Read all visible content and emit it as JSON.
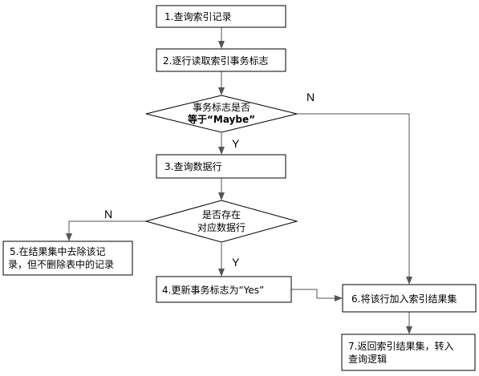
{
  "diagram": {
    "type": "flowchart",
    "nodes": {
      "n1": {
        "shape": "process",
        "lines": [
          "1.查询索引记录"
        ]
      },
      "n2": {
        "shape": "process",
        "lines": [
          "2.逐行读取索引事务标志"
        ]
      },
      "d1": {
        "shape": "decision",
        "lines": [
          "事务标志是否",
          "等于“Maybe”"
        ]
      },
      "n3": {
        "shape": "process",
        "lines": [
          "3.查询数据行"
        ]
      },
      "d2": {
        "shape": "decision",
        "lines": [
          "是否存在",
          "对应数据行"
        ]
      },
      "n5": {
        "shape": "process",
        "lines": [
          "5.在结果集中去除该记",
          "录，但不删除表中的记录"
        ]
      },
      "n4": {
        "shape": "process",
        "lines": [
          "4.更新事务标志为“Yes”"
        ]
      },
      "n6": {
        "shape": "process",
        "lines": [
          "6.将该行加入索引结果集"
        ]
      },
      "n7": {
        "shape": "process",
        "lines": [
          "7.返回索引结果集，转入",
          "查询逻辑"
        ]
      }
    },
    "edges": [
      {
        "from": "n1",
        "to": "n2",
        "label": ""
      },
      {
        "from": "n2",
        "to": "d1",
        "label": ""
      },
      {
        "from": "d1",
        "to": "n3",
        "label": "Y"
      },
      {
        "from": "d1",
        "to": "n6",
        "label": "N"
      },
      {
        "from": "n3",
        "to": "d2",
        "label": ""
      },
      {
        "from": "d2",
        "to": "n5",
        "label": "N"
      },
      {
        "from": "d2",
        "to": "n4",
        "label": "Y"
      },
      {
        "from": "n4",
        "to": "n6",
        "label": ""
      },
      {
        "from": "n6",
        "to": "n7",
        "label": ""
      }
    ],
    "colors": {
      "stroke": "#000000",
      "fill": "#ffffff",
      "arrow": "#555555",
      "text": "#000000"
    }
  }
}
